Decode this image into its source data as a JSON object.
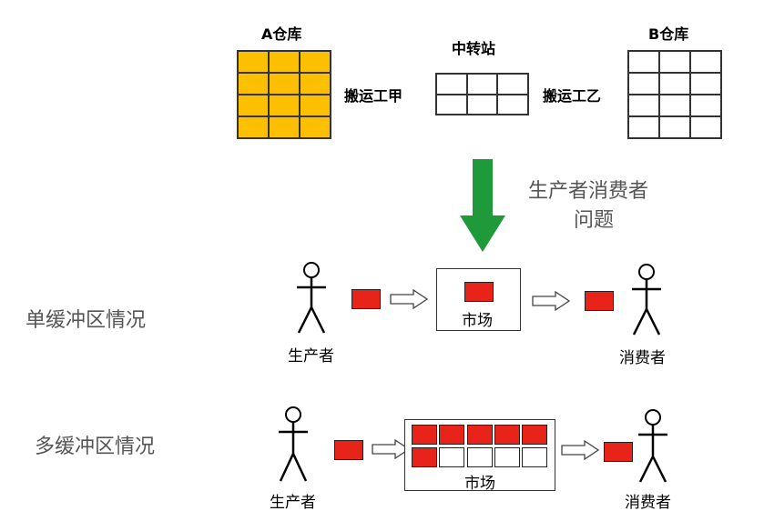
{
  "warehouse_a": {
    "label": "A仓库",
    "fill": "#fcc000"
  },
  "warehouse_b": {
    "label": "B仓库"
  },
  "transfer": {
    "label": "中转站"
  },
  "worker_a": {
    "label": "搬运工甲"
  },
  "worker_b": {
    "label": "搬运工乙"
  },
  "pc_problem": {
    "line1": "生产者消费者",
    "line2": "问题"
  },
  "single_buffer": {
    "title": "单缓冲区情况",
    "producer": "生产者",
    "consumer": "消费者",
    "market": "市场"
  },
  "multi_buffer": {
    "title": "多缓冲区情况",
    "producer": "生产者",
    "consumer": "消费者",
    "market": "市场"
  },
  "colors": {
    "item": "#e8231a",
    "arrow": "#1e9a3a"
  }
}
